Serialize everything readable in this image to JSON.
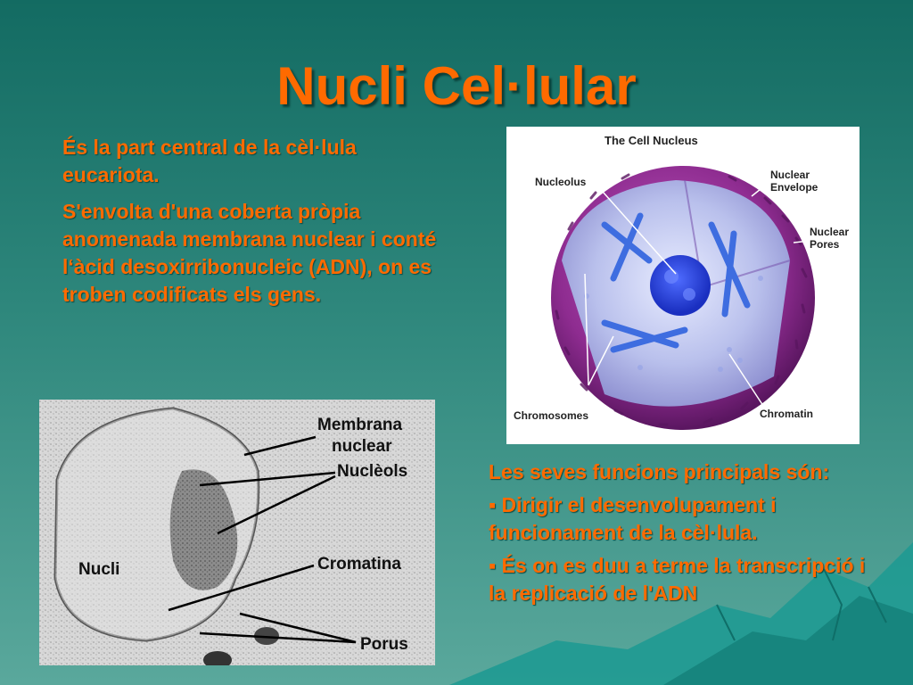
{
  "slide": {
    "title": "Nucli Cel·lular",
    "intro_paragraphs": [
      "És la part central de la cèl·lula eucariota.",
      "S'envolta d'una coberta pròpia anomenada membrana nuclear i conté l‘àcid desoxirribonucleic (ADN), on es troben codificats els gens."
    ],
    "functions_heading": "Les seves funcions principals són:",
    "functions": [
      "▪ Dirigir el desenvolupament i funcionament de la cèl·lula.",
      "▪ És on es duu a terme la transcripció i la replicació de l'ADN"
    ]
  },
  "nucleus_diagram": {
    "title": "The Cell Nucleus",
    "labels": {
      "nucleolus": "Nucleolus",
      "nuclear_envelope_1": "Nuclear",
      "nuclear_envelope_2": "Envelope",
      "nuclear_pores_1": "Nuclear",
      "nuclear_pores_2": "Pores",
      "chromosomes": "Chromosomes",
      "chromatin": "Chromatin"
    }
  },
  "micrograph": {
    "labels": {
      "membrana_1": "Membrana",
      "membrana_2": "nuclear",
      "nucleols": "Nuclèols",
      "nucli": "Nucli",
      "cromatina": "Cromatina",
      "porus": "Porus"
    }
  },
  "colors": {
    "accent": "#ff6a00",
    "background_top": "#136b62",
    "background_bottom": "#5aa89c",
    "envelope": "#8a2a8a",
    "chromatin": "#3355dd"
  }
}
